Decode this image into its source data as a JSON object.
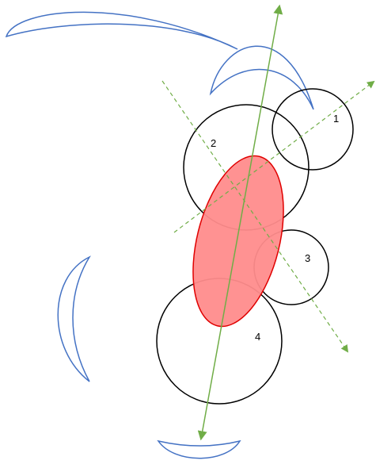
{
  "labels": {
    "c1": "1",
    "c2": "2",
    "c3": "3",
    "c4": "4"
  },
  "colors": {
    "crescent_stroke": "#4472C4",
    "circle_stroke": "#000000",
    "ellipse_fill": "#FF8C8C",
    "ellipse_stroke": "#E00000",
    "axis_solid": "#70AD47",
    "axis_dashed": "#70AD47"
  },
  "icons": {
    "crescents": "crescent-shape",
    "arrows": "arrowhead"
  }
}
